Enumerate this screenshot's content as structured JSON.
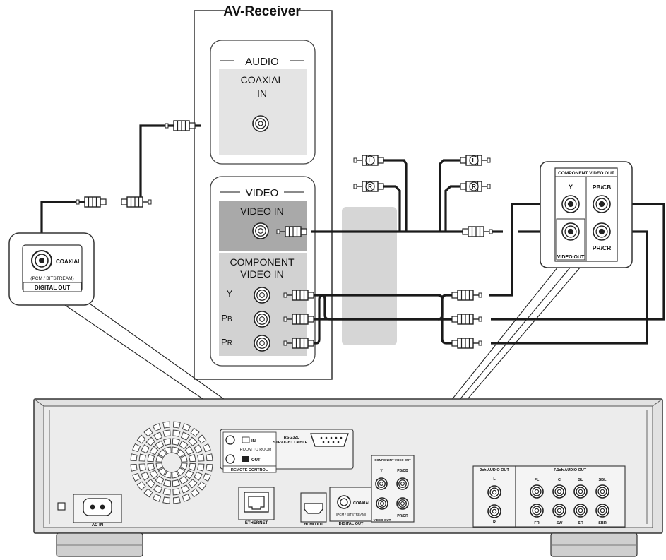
{
  "receiver": {
    "title": "AV-Receiver",
    "audio_section": "AUDIO",
    "coaxial_in": [
      "COAXIAL",
      "IN"
    ],
    "video_section": "VIDEO",
    "video_in": "VIDEO IN",
    "component_in": [
      "COMPONENT",
      "VIDEO IN"
    ],
    "y_label": "Y",
    "pb_label": [
      "P",
      "B"
    ],
    "pr_label": [
      "P",
      "R"
    ]
  },
  "plug_letters": {
    "left": "L",
    "right": "R"
  },
  "player_callout_left": {
    "coaxial": "COAXIAL",
    "pcm": "(PCM / BITSTREAM)",
    "digital_out": "DIGITAL OUT"
  },
  "player_callout_right": {
    "header": "COMPONENT VIDEO OUT",
    "y": "Y",
    "pb": "PB/CB",
    "pr": "PR/CR",
    "video_out": "VIDEO OUT"
  },
  "player": {
    "rs232c": [
      "RS-232C",
      "STRAIGHT CABLE"
    ],
    "in": "IN",
    "out": "OUT",
    "room_to_room": "ROOM TO ROOM",
    "remote_control": "REMOTE CONTROL",
    "ethernet": "ETHERNET",
    "hdmi_out": "HDMI OUT",
    "coaxial": "COAXIAL",
    "pcm": "(PCM / BITSTREAM)",
    "digital_out": "DIGITAL OUT",
    "component_header": "COMPONENT VIDEO OUT",
    "y": "Y",
    "pb": "PB/CB",
    "pr": "PR/CR",
    "video_out": "VIDEO OUT",
    "ac_in": "AC IN",
    "ch2_header": "2ch AUDIO OUT",
    "ch2_l": "L",
    "ch2_r": "R",
    "ch7_header": "7.1ch AUDIO OUT",
    "ch7_top": [
      "FL",
      "C",
      "SL",
      "SBL"
    ],
    "ch7_bottom": [
      "FR",
      "SW",
      "SR",
      "SBR"
    ]
  }
}
